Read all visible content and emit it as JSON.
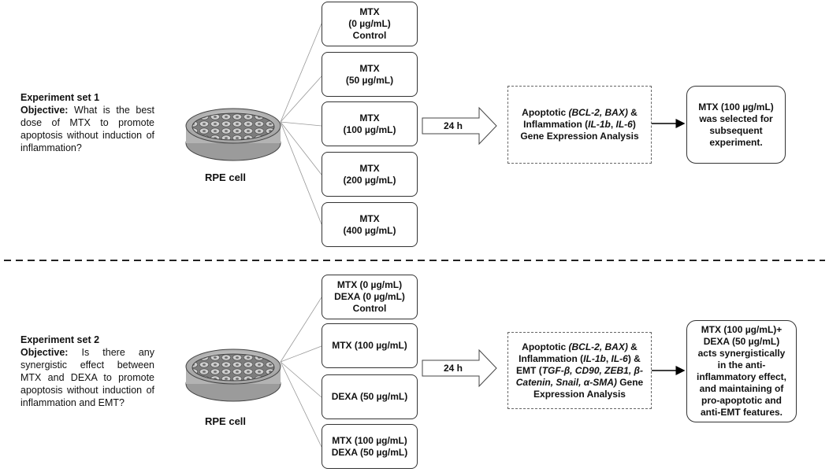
{
  "set1": {
    "title": "Experiment set 1",
    "objective_label": "Objective:",
    "objective_text": " What is the best dose of MTX to promote apoptosis without induction of inflammation?",
    "cell_label": "RPE cell",
    "treatments": [
      [
        "MTX",
        "(0 µg/mL)",
        "Control"
      ],
      [
        "MTX",
        "(50 µg/mL)"
      ],
      [
        "MTX",
        "(100 µg/mL)"
      ],
      [
        "MTX",
        "(200 µg/mL)"
      ],
      [
        "MTX",
        "(400 µg/mL)"
      ]
    ],
    "time": "24 h",
    "analysis": {
      "a": "Apoptotic ",
      "a_genes": "(BCL-2, BAX)",
      "b": " & Inflammation (",
      "b_genes1": "IL-1b",
      "c": ", ",
      "b_genes2": "IL-6",
      "d": ") Gene Expression Analysis"
    },
    "result": "MTX (100 µg/mL) was selected for subsequent experiment."
  },
  "set2": {
    "title": "Experiment set 2",
    "objective_label": "Objective:",
    "objective_text": " Is there any synergistic effect between MTX and DEXA to promote apoptosis without induction of inflammation and EMT?",
    "cell_label": "RPE cell",
    "treatments": [
      [
        "MTX (0 µg/mL)",
        "DEXA (0 µg/mL)",
        "Control"
      ],
      [
        "MTX (100 µg/mL)"
      ],
      [
        "DEXA (50 µg/mL)"
      ],
      [
        "MTX (100 µg/mL)",
        "DEXA (50 µg/mL)"
      ]
    ],
    "time": "24 h",
    "analysis": {
      "a": "Apoptotic ",
      "a_genes": "(BCL-2, BAX)",
      "b": " & Inflammation (",
      "b_genes1": "IL-1b",
      "c": ", ",
      "b_genes2": "IL-6",
      "d": ") & EMT (",
      "emt_genes": "TGF-β, CD90, ZEB1, β-Catenin, Snail, α-SMA)",
      "e": " Gene Expression Analysis"
    },
    "result": "MTX (100 µg/mL)+ DEXA (50 µg/mL) acts synergistically in the anti-inflammatory effect, and maintaining of pro-apoptotic and anti-EMT features."
  }
}
